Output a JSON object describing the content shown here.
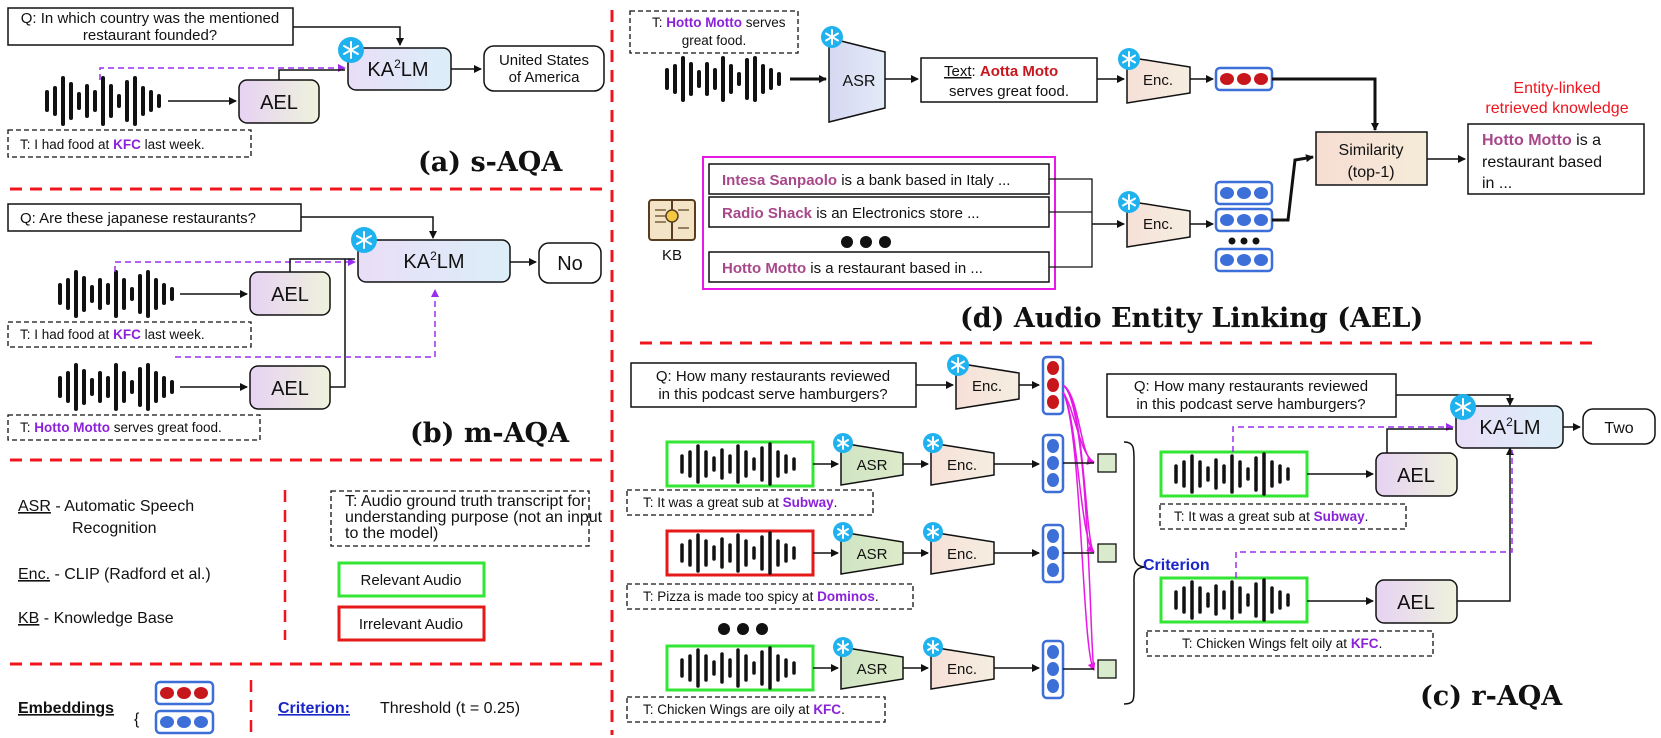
{
  "sections": {
    "s_aqa": {
      "title": "(a) s-AQA",
      "question": [
        "Q: In which country was the mentioned",
        "restaurant founded?"
      ],
      "transcript": {
        "prefix": "T: I had food at ",
        "entity": "KFC",
        "suffix": " last week."
      },
      "ael": "AEL",
      "lm": "KA",
      "lm_sup": "2",
      "lm_suffix": "LM",
      "answer": [
        "United States",
        "of America"
      ]
    },
    "m_aqa": {
      "title": "(b) m-AQA",
      "question": "Q: Are these japanese restaurants?",
      "transcript1": {
        "prefix": "T: I had food at ",
        "entity": "KFC",
        "suffix": " last week."
      },
      "transcript2": {
        "prefix": "T: ",
        "entity": "Hotto Motto",
        "suffix": " serves great food."
      },
      "ael": "AEL",
      "lm": "KA",
      "lm_sup": "2",
      "lm_suffix": "LM",
      "answer": "No"
    },
    "legend": {
      "asr_key": "ASR",
      "asr_def": [
        " - Automatic Speech",
        "Recognition"
      ],
      "enc_key": "Enc.",
      "enc_def": " - CLIP (Radford et al.)",
      "kb_key": "KB",
      "kb_def": " - Knowledge Base",
      "transcript_note": [
        "T: Audio ground truth transcript for",
        "understanding purpose (not an input",
        "to the model)"
      ],
      "relevant": "Relevant Audio",
      "irrelevant": "Irrelevant Audio",
      "embeddings": "Embeddings",
      "criterion_key": "Criterion:",
      "criterion_def": "Threshold (t = 0.25)"
    },
    "ael_d": {
      "title": "(d) Audio Entity Linking (AEL)",
      "transcript": {
        "prefix": "T: ",
        "entity": "Hotto Motto",
        "suffix": " serves",
        "line2": "great food."
      },
      "asr": "ASR",
      "text_label": "Text",
      "text_entity": "Aotta Moto",
      "text_line2": "serves great food.",
      "enc": "Enc.",
      "kb_label": "KB",
      "kb_items": [
        {
          "entity": "Intesa Sanpaolo",
          "text": " is a bank based in Italy ..."
        },
        {
          "entity": "Radio Shack",
          "text": "  is an Electronics store ..."
        },
        {
          "entity": "Hotto Motto",
          "text": " is a restaurant based in ..."
        }
      ],
      "similarity": [
        "Similarity",
        "(top-1)"
      ],
      "retrieved_title": [
        "Entity-linked",
        "retrieved knowledge"
      ],
      "retrieved": {
        "entity": "Hotto Motto",
        "line1": " is a",
        "line2": "restaurant based",
        "line3": "in ..."
      }
    },
    "r_aqa": {
      "title": "(c) r-AQA",
      "question": [
        "Q: How many restaurants reviewed",
        "in this podcast serve hamburgers?"
      ],
      "enc": "Enc.",
      "asr": "ASR",
      "criterion": "Criterion",
      "rows": [
        {
          "prefix": "T: It was a great sub at ",
          "entity": "Subway",
          "suffix": "."
        },
        {
          "prefix": "T: Pizza is made too spicy at ",
          "entity": "Dominos",
          "suffix": "."
        },
        {
          "prefix": "T: Chicken Wings are oily at ",
          "entity": "KFC",
          "suffix": "."
        }
      ],
      "right_transcripts": [
        {
          "prefix": "T: It was a great sub at ",
          "entity": "Subway",
          "suffix": "."
        },
        {
          "prefix": "T: Chicken Wings felt oily at ",
          "entity": "KFC",
          "suffix": "."
        }
      ],
      "ael": "AEL",
      "lm": "KA",
      "lm_sup": "2",
      "lm_suffix": "LM",
      "answer": "Two"
    }
  },
  "colors": {
    "divider": "#f0141e",
    "entity": "#8b22d9",
    "kb_entity": "#a8488a",
    "relevant": "#33e633",
    "irrelevant": "#e61919",
    "embed_blue": "#3c6fd8",
    "embed_red": "#c8161d",
    "magenta": "#e619e6",
    "snow": "#1fb2ef"
  }
}
